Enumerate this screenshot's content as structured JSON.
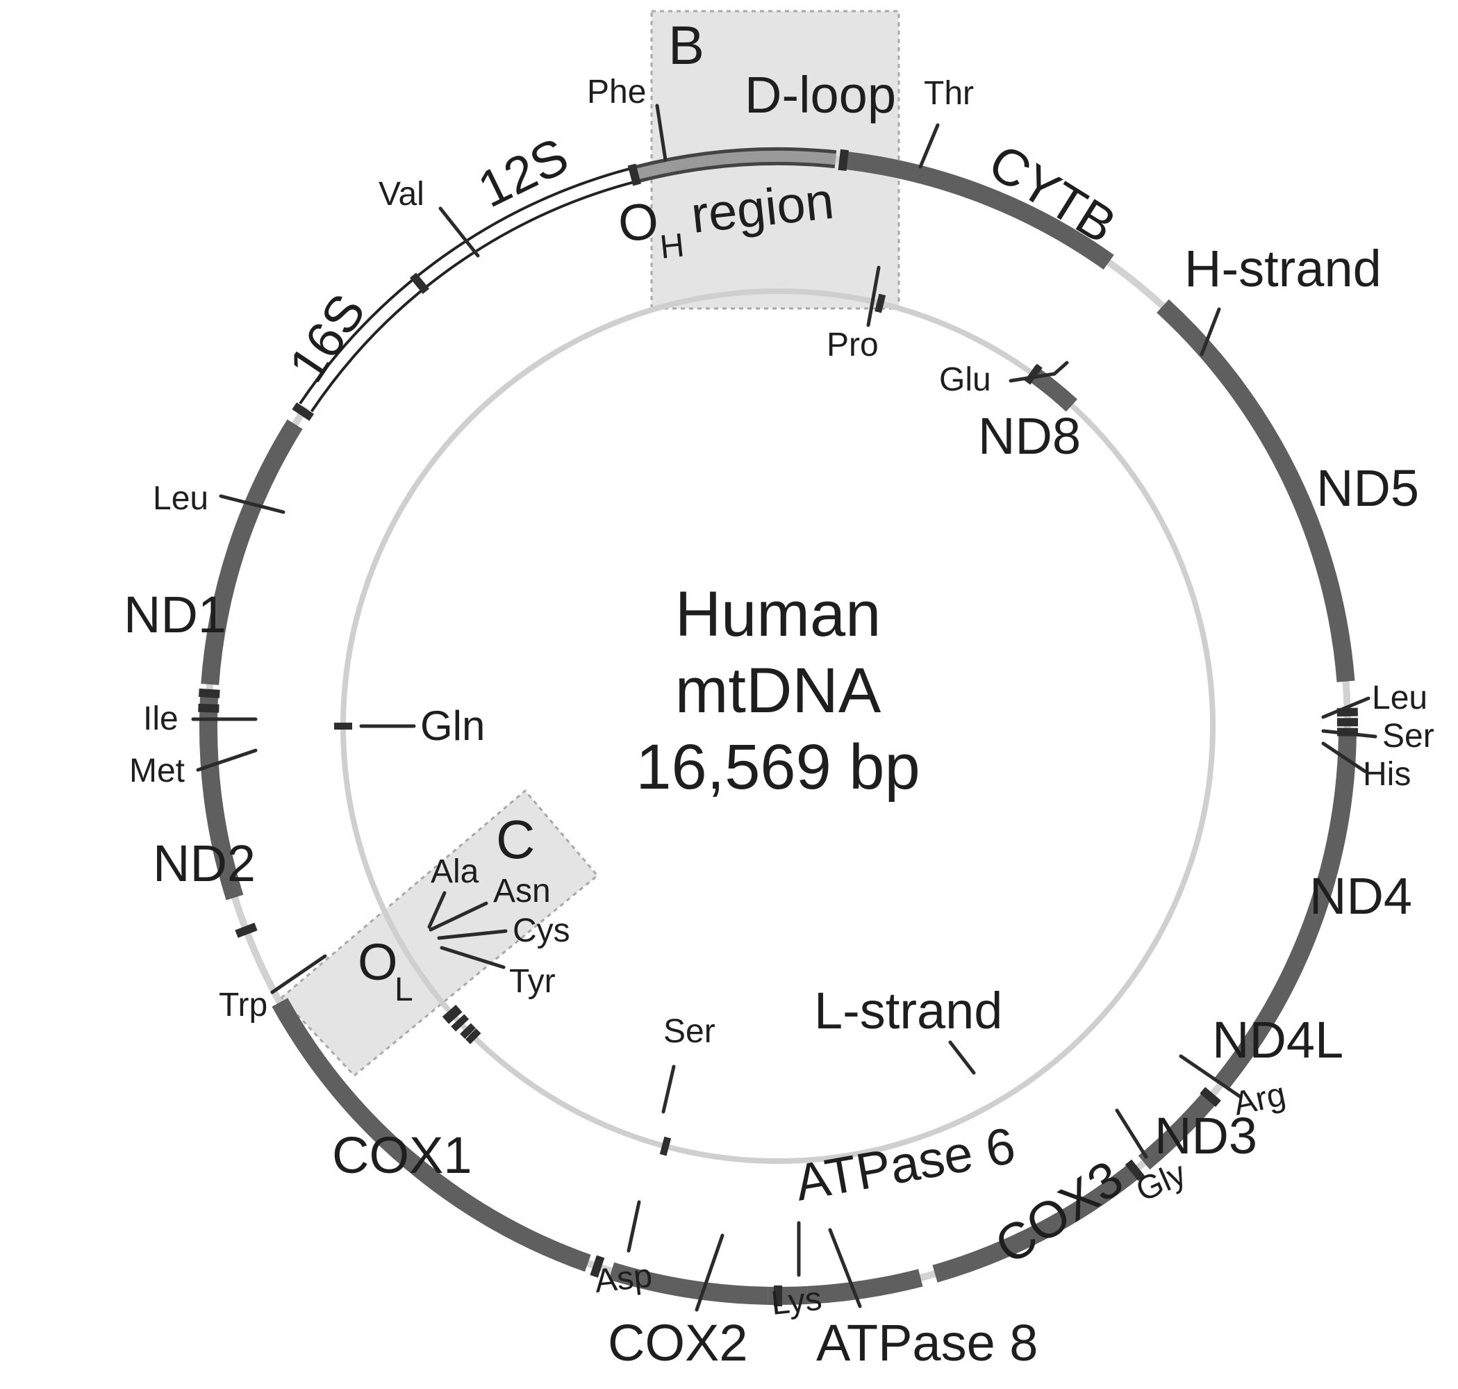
{
  "title": {
    "line1": "Human",
    "line2": "mtDNA",
    "line3": "16,569 bp"
  },
  "boxes": {
    "b": "B",
    "c": "C"
  },
  "strands": {
    "h": "H-strand",
    "l": "L-strand"
  },
  "control_region": {
    "dloop": "D-loop",
    "oh_main": "O",
    "oh_sub": "H",
    "oh_word": "region",
    "ol_main": "O",
    "ol_sub": "L"
  },
  "genes": {
    "s12": "12S",
    "s16": "16S",
    "cytb": "CYTB",
    "nd5": "ND5",
    "nd8": "ND8",
    "nd1": "ND1",
    "nd2": "ND2",
    "nd4": "ND4",
    "nd4l": "ND4L",
    "nd3": "ND3",
    "cox1": "COX1",
    "cox2": "COX2",
    "cox3": "COX3",
    "atp6": "ATPase 6",
    "atp8": "ATPase 8"
  },
  "trnas": {
    "phe": "Phe",
    "thr": "Thr",
    "val": "Val",
    "pro": "Pro",
    "glu": "Glu",
    "leu1": "Leu",
    "ile": "Ile",
    "met": "Met",
    "gln": "Gln",
    "ala": "Ala",
    "asn": "Asn",
    "cys": "Cys",
    "tyr": "Tyr",
    "trp": "Trp",
    "ser1": "Ser",
    "leu2": "Leu",
    "ser2": "Ser",
    "his": "His",
    "arg": "Arg",
    "gly": "Gly",
    "asp": "Asp",
    "lys": "Lys"
  },
  "colors": {
    "gene_block": "#5f5f5f",
    "strand_line": "#cfcfcf",
    "highlight_box": "#e4e4e4",
    "trna_mark": "#2e2e2e"
  }
}
